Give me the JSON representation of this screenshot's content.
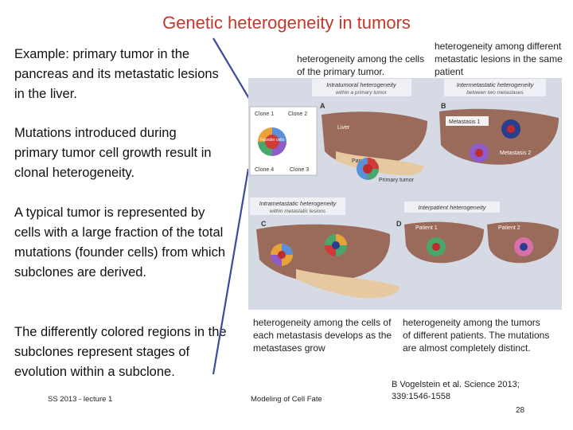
{
  "title": "Genetic heterogeneity in tumors",
  "left_paragraphs": [
    "Example: primary tumor in the pancreas and its metastatic lesions in the liver.",
    "Mutations introduced during primary tumor cell growth result in clonal heterogeneity.",
    "A typical tumor is represented by cells with a large fraction of the total mutations (founder cells) from which subclones are derived.",
    "The differently colored regions in the subclones represent stages of evolution within a subclone."
  ],
  "captions": {
    "primary_tumor": "heterogeneity among the cells of the primary tumor.",
    "metastatic_lesions": "heterogeneity among different metastatic lesions in the same patient",
    "each_metastasis": "heterogeneity among the cells of each metastasis develops as the metastases grow",
    "patients": "heterogeneity among the tumors of different patients. The mutations are almost completely distinct."
  },
  "figure": {
    "panel_a": {
      "letter": "A",
      "heading": "Intratumoral heterogeneity",
      "subheading": "within a primary tumor",
      "clones": [
        "Clone 1",
        "Clone 2",
        "Clone 3",
        "Clone 4"
      ],
      "founder": "Founder cells",
      "liver": "Liver",
      "pancreas": "Pancreas",
      "primary_tumor": "Primary tumor"
    },
    "panel_b": {
      "letter": "B",
      "heading": "Intermetastatic heterogeneity",
      "subheading": "between two metastases",
      "met1": "Metastasis 1",
      "met2": "Metastasis 2"
    },
    "panel_c": {
      "letter": "C",
      "heading": "Intrametastatic heterogeneity",
      "subheading": "within metastatic lesions"
    },
    "panel_d": {
      "letter": "D",
      "heading": "Interpatient heterogeneity",
      "patient1": "Patient 1",
      "patient2": "Patient 2"
    }
  },
  "footer": {
    "course": "SS 2013 - lecture 1",
    "center": "Modeling of Cell Fate",
    "reference_line1": "B Vogelstein et al. Science 2013;",
    "reference_line2": "339:1546-1558",
    "page_number": "28"
  },
  "colors": {
    "title": "#c0392b",
    "arrow": "#3a4aa0",
    "figure_bg": "#d8dce6",
    "liver": "#9a6a5a",
    "pancreas": "#e6c9a0"
  }
}
